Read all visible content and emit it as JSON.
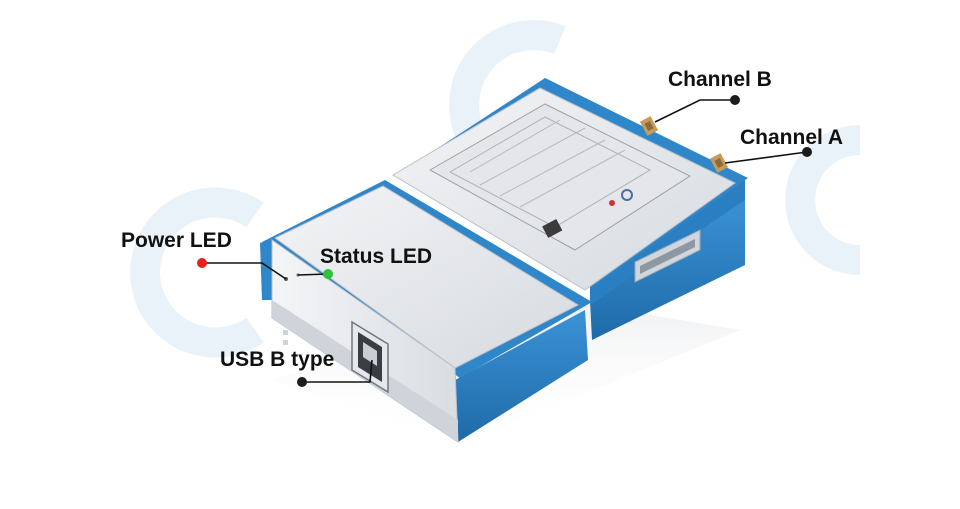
{
  "labels": {
    "power_led": "Power LED",
    "status_led": "Status LED",
    "usb_b_type": "USB B type",
    "channel_b": "Channel B",
    "channel_a": "Channel A"
  },
  "colors": {
    "case_blue": "#2f86c9",
    "case_blue_dark": "#1f6aa8",
    "body_silver": "#e9ecef",
    "panel_gray": "#dadcdf",
    "power_led_dot": "#e81f1f",
    "status_led_dot": "#2fc23a",
    "leader_dot": "#1b1b1b",
    "watermark": "#eaf2f9"
  }
}
